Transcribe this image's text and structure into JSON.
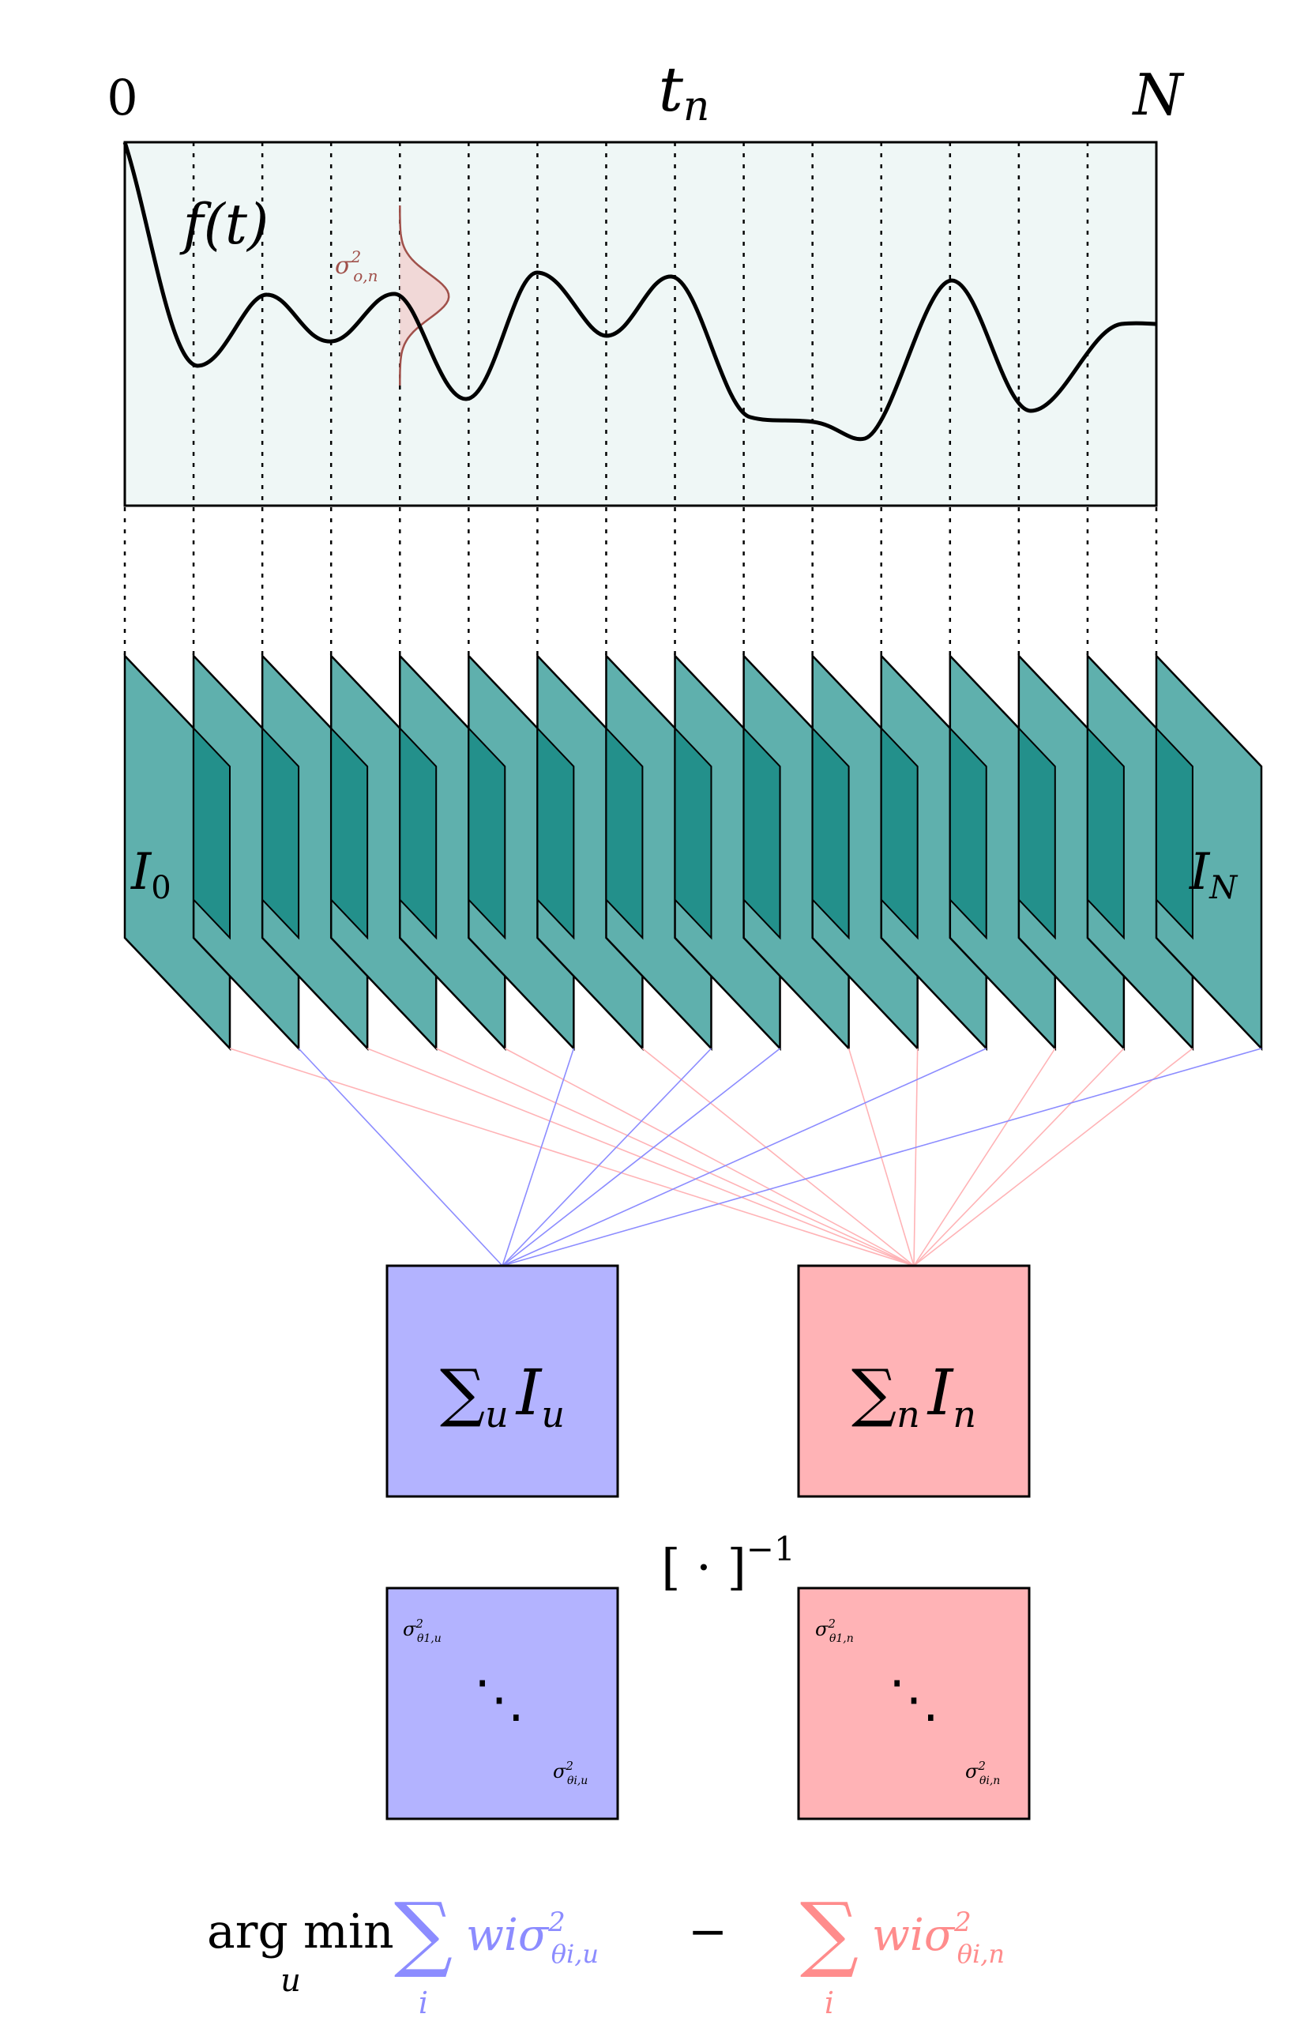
{
  "axis": {
    "start_label": "0",
    "mid_label": "t",
    "mid_sub": "n",
    "end_label": "N"
  },
  "signal": {
    "label": "f(t)",
    "noise_label": "σ",
    "noise_sup": "2",
    "noise_sub": "o,n",
    "noise_color": "#a0504a"
  },
  "slices": {
    "count": 16,
    "first_label": "I",
    "first_sub": "0",
    "last_label": "I",
    "last_sub": "N",
    "fill": "#5fb0ad",
    "overlap_fill": "#23908b"
  },
  "boxes": {
    "used": {
      "label": "∑",
      "label_sub": "u",
      "term": "I",
      "term_sub": "u",
      "color": "#b3b3ff",
      "line_color": "#8c8cff"
    },
    "unused": {
      "label": "∑",
      "label_sub": "n",
      "term": "I",
      "term_sub": "n",
      "color": "#ffb3b6",
      "line_color": "#ffb3b6"
    }
  },
  "inverse_op": {
    "text": "[ · ]",
    "sup": "−1"
  },
  "covariance": {
    "used": {
      "top_sigma": "σ",
      "top_sup": "2",
      "top_sub": "θ1,u",
      "dots": "⋱",
      "bottom_sigma": "σ",
      "bottom_sup": "2",
      "bottom_sub": "θi,u"
    },
    "unused": {
      "top_sigma": "σ",
      "top_sup": "2",
      "top_sub": "θ1,n",
      "dots": "⋱",
      "bottom_sigma": "σ",
      "bottom_sup": "2",
      "bottom_sub": "θi,n"
    }
  },
  "objective": {
    "argmin": "arg min",
    "argmin_sub": "u",
    "sum_symbol": "∑",
    "sum_index": "i",
    "used_term": "wiσ",
    "used_sup": "2",
    "used_sub": "θi,u",
    "minus": "−",
    "unused_term": "wiσ",
    "unused_sup": "2",
    "unused_sub": "θi,n",
    "used_color": "#8c8cff",
    "unused_color": "#ff8c8c"
  },
  "connections": {
    "used_slice_indices": [
      1,
      5,
      7,
      8,
      11,
      15
    ]
  }
}
